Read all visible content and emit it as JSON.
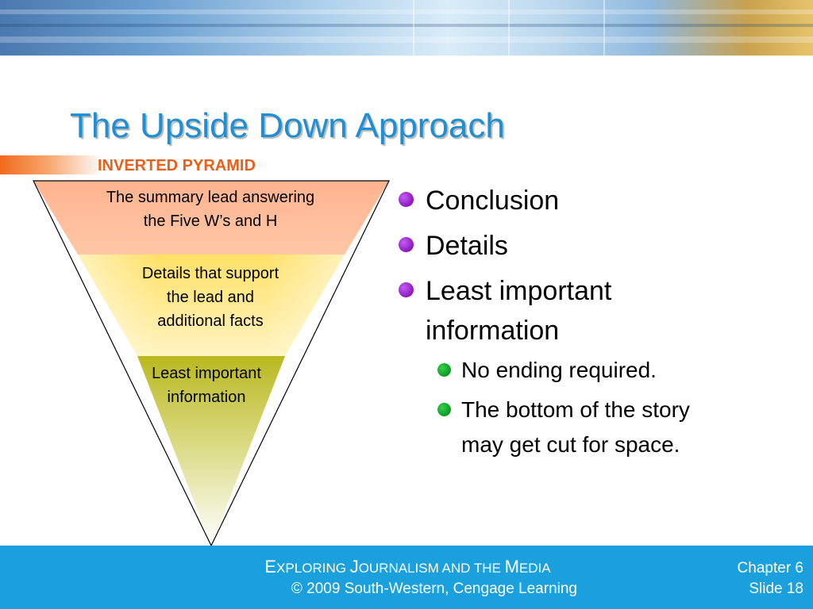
{
  "slide": {
    "title": "The Upside Down Approach",
    "subtitle": "INVERTED PYRAMID"
  },
  "pyramid": {
    "tiers": [
      {
        "lines": [
          "The summary lead answering",
          "the Five W’s and H"
        ],
        "color": "#ffbb99"
      },
      {
        "lines": [
          "Details that support",
          "the lead and",
          "additional facts"
        ],
        "color": "#ffe680"
      },
      {
        "lines": [
          "Least important",
          "information"
        ],
        "color": "#c8c83a"
      }
    ]
  },
  "bullets": {
    "items": [
      {
        "text": "Conclusion"
      },
      {
        "text": "Details"
      },
      {
        "lines": [
          "Least important",
          "information"
        ]
      }
    ],
    "subitems": [
      {
        "text": "No ending required."
      },
      {
        "lines": [
          "The bottom of the story",
          "may get cut for space."
        ]
      }
    ],
    "colors": {
      "level1": "#9b30d9",
      "level2": "#14b52e"
    }
  },
  "footer": {
    "course_parts": [
      "E",
      "XPLORING ",
      "J",
      "OURNALISM AND THE ",
      "M",
      "EDIA"
    ],
    "copyright": "© 2009 South-Western, Cengage Learning",
    "chapter": "Chapter 6",
    "slide": "Slide 18",
    "color": "#1aa0dd"
  },
  "colors": {
    "title": "#1f8fd3",
    "subtitle": "#e8601a"
  }
}
